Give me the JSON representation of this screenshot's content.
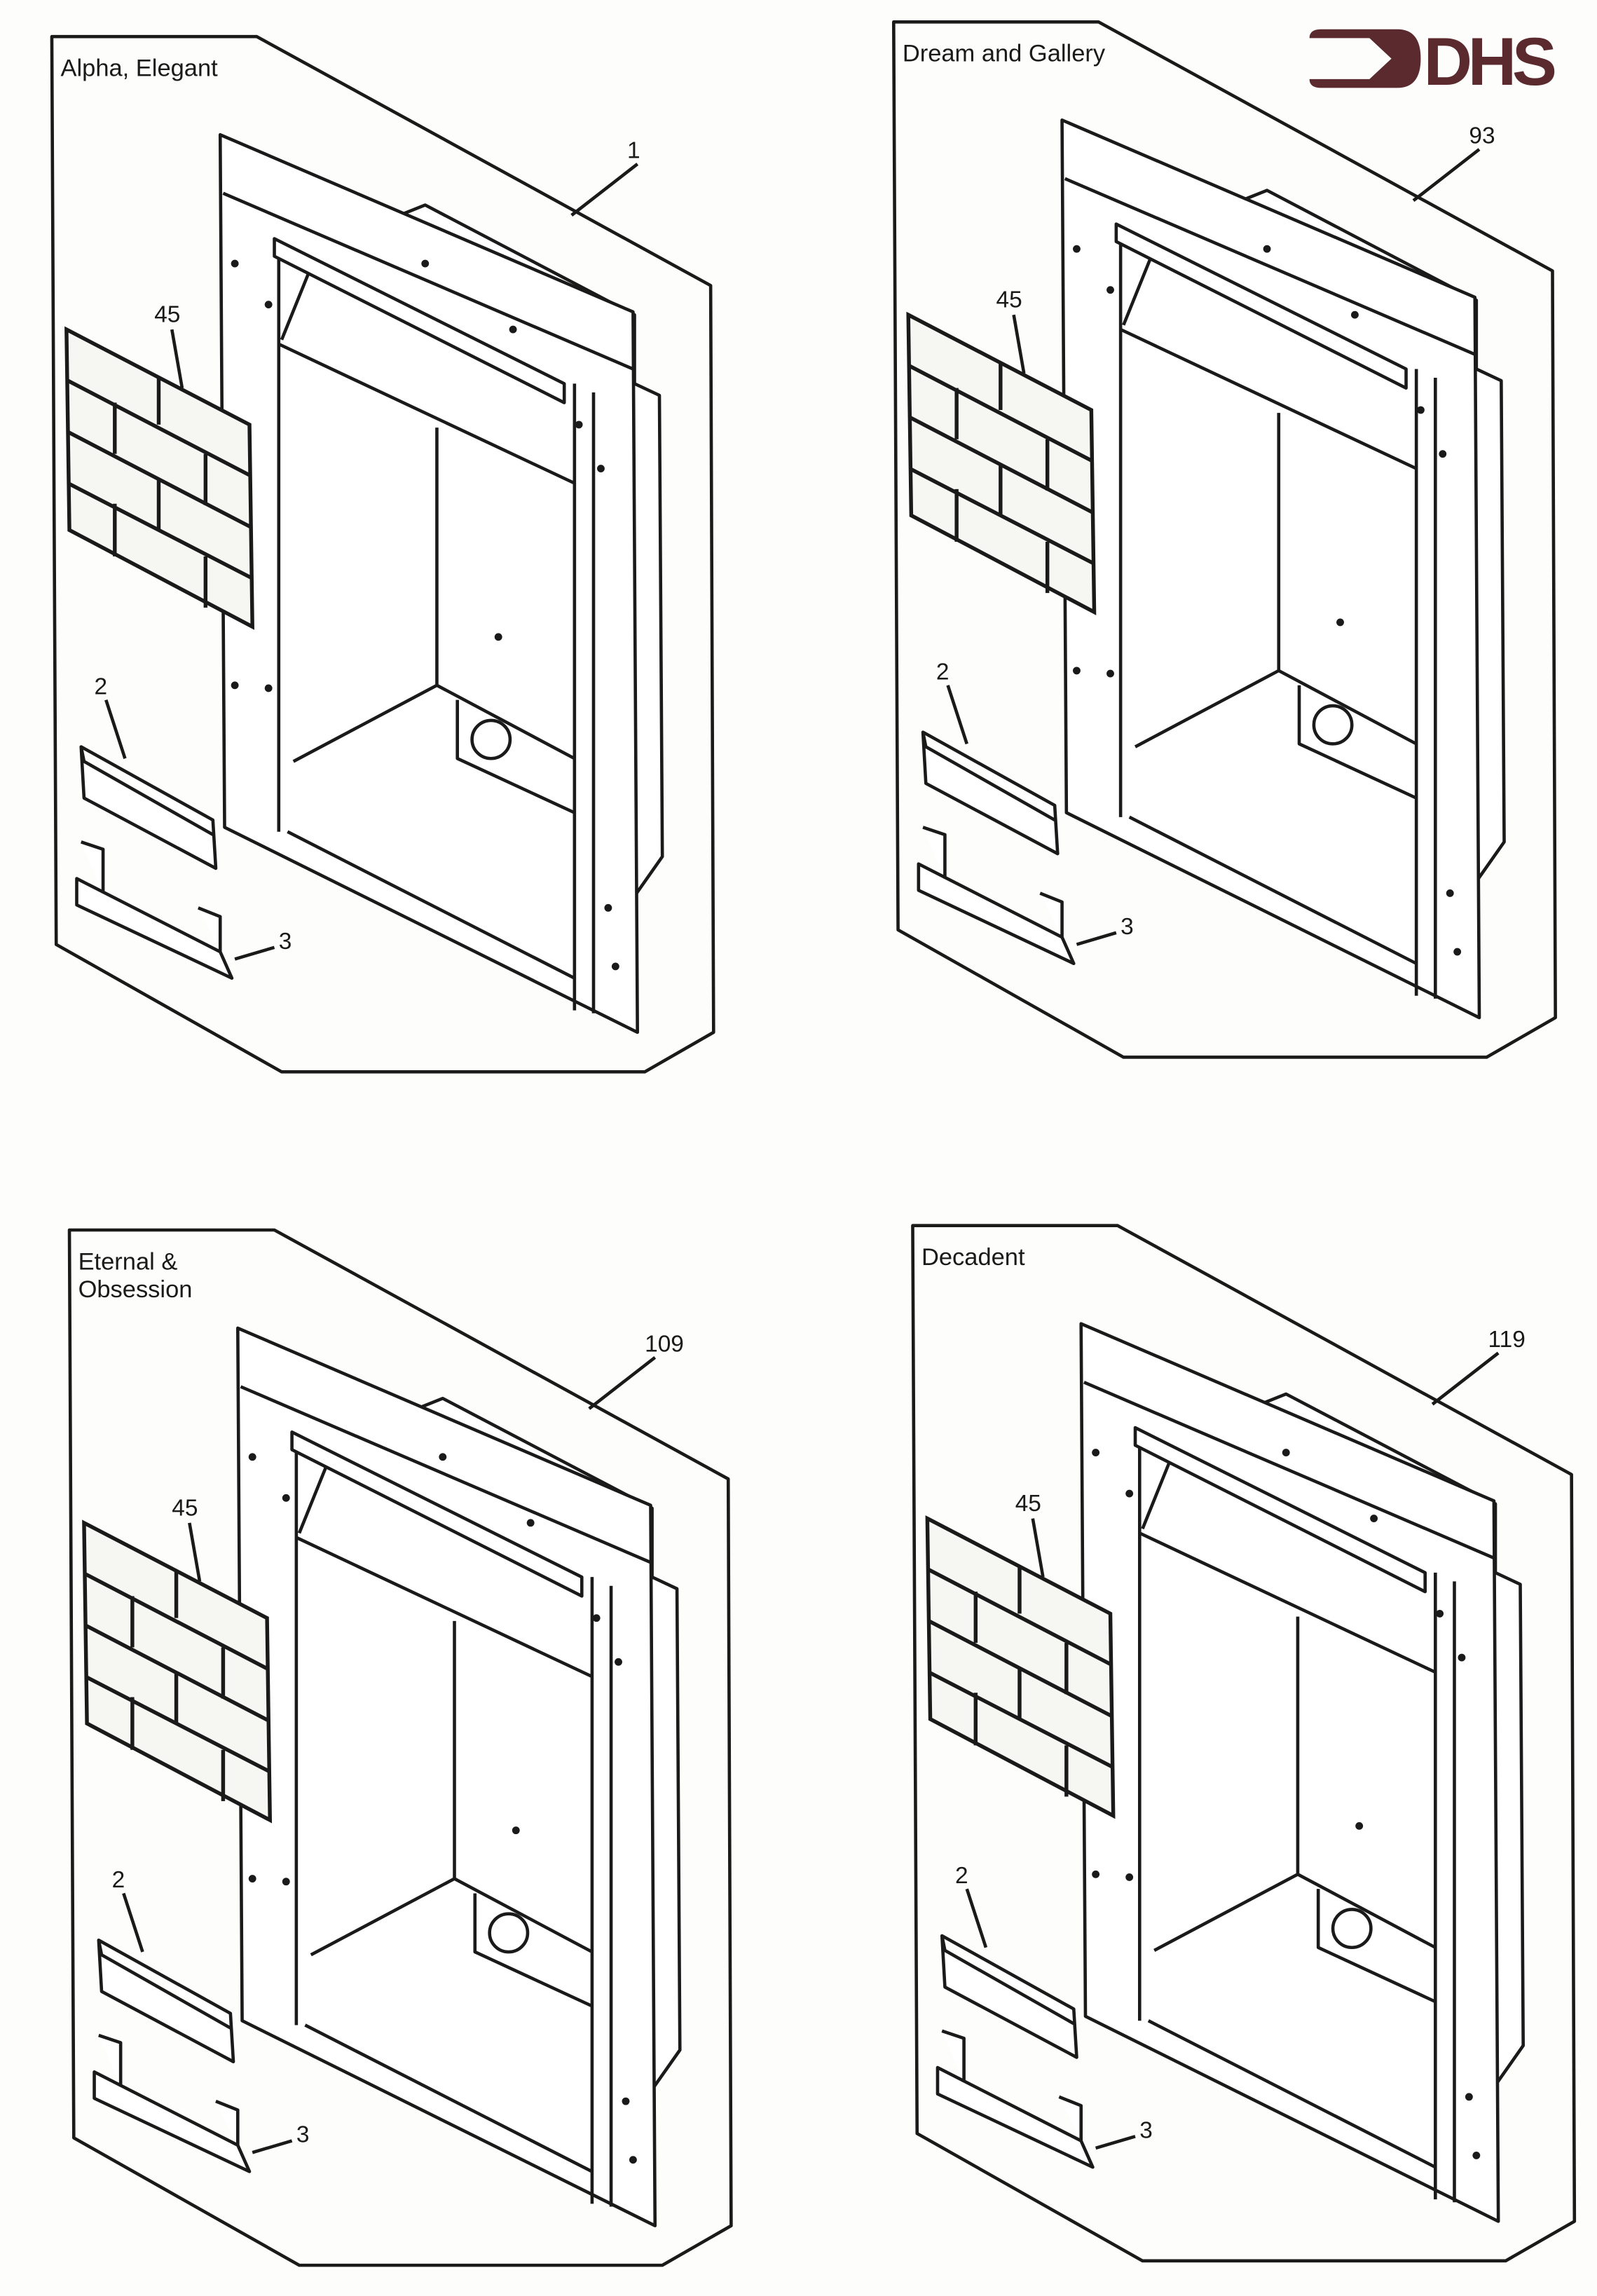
{
  "logo": {
    "text": "DHS",
    "color": "#5a2a2e"
  },
  "panels": [
    {
      "title_lines": [
        "Alpha, Elegant"
      ],
      "callouts": {
        "main": "1",
        "brick": "45",
        "part2": "2",
        "part3": "3"
      }
    },
    {
      "title_lines": [
        "Dream and Gallery"
      ],
      "callouts": {
        "main": "93",
        "brick": "45",
        "part2": "2",
        "part3": "3"
      }
    },
    {
      "title_lines": [
        "Eternal &",
        "Obsession"
      ],
      "callouts": {
        "main": "109",
        "brick": "45",
        "part2": "2",
        "part3": "3"
      }
    },
    {
      "title_lines": [
        "Decadent"
      ],
      "callouts": {
        "main": "119",
        "brick": "45",
        "part2": "2",
        "part3": "3"
      }
    }
  ]
}
